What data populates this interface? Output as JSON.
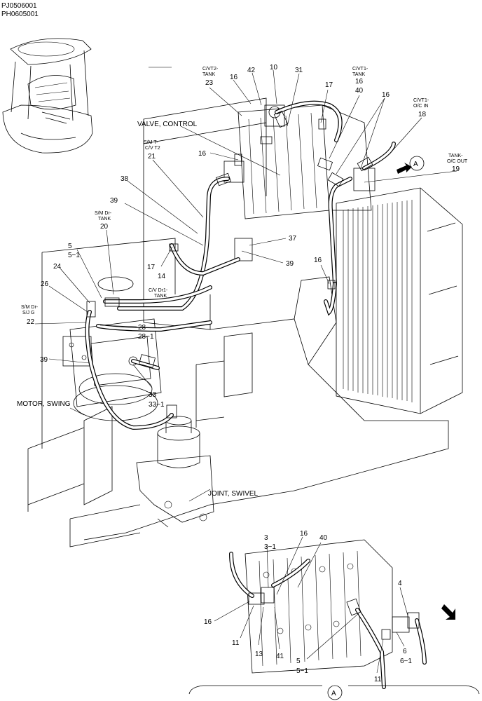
{
  "header": {
    "code1": "PJ0506001",
    "code2": "PH0605001"
  },
  "components": {
    "valve_control": "VALVE, CONTROL",
    "motor_swing": "MOTOR, SWING",
    "joint_swivel": "JOINT, SWIVEL",
    "view_a": "A"
  },
  "ports": {
    "cvt2_tank": [
      "C/VT2-",
      "TANK"
    ],
    "cvt1_tank": [
      "C/VT1-",
      "TANK"
    ],
    "cvt1_oc_in": [
      "C/VT1-",
      "O/C IN"
    ],
    "tank_oc_out": [
      "TANK-",
      "O/C OUT"
    ],
    "smt_cvt2": [
      "S/M T-",
      "C/V T2"
    ],
    "sm_dr_tank": [
      "S/M Dr-",
      "TANK"
    ],
    "cv_dr1_tank": [
      "C/V Dr1-",
      "TANK"
    ],
    "sm_dr_sjg": [
      "S/M Dr-",
      "S/J G"
    ]
  },
  "callouts": {
    "c23": "23",
    "c16a": "16",
    "c42": "42",
    "c10": "10",
    "c31": "31",
    "c17a": "17",
    "c16b": "16",
    "c40": "40",
    "c16c": "16",
    "c18": "18",
    "c19": "19",
    "c16d": "16",
    "c21": "21",
    "c38": "38",
    "c39a": "39",
    "c20": "20",
    "c5": "5",
    "c5_1": "5−1",
    "c17b": "17",
    "c14": "14",
    "c37": "37",
    "c39b": "39",
    "c16e": "16",
    "c24": "24",
    "c26": "26",
    "c22": "22",
    "c28": "28",
    "c28_1": "28−1",
    "c39c": "39",
    "c33": "33",
    "c33_1": "33−1"
  },
  "detail_callouts": {
    "d3": "3",
    "d3_1": "3−1",
    "d16a": "16",
    "d40": "40",
    "d16b": "16",
    "d11a": "11",
    "d13": "13",
    "d41": "41",
    "d5": "5",
    "d5_1": "5−1",
    "d4": "4",
    "d6": "6",
    "d6_1": "6−1",
    "d11b": "11"
  }
}
